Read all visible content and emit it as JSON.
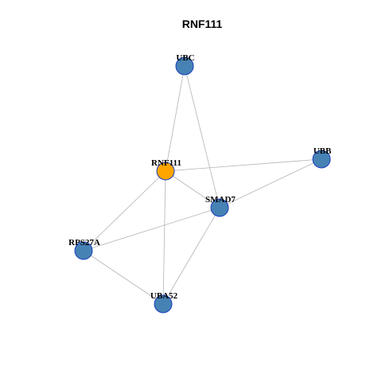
{
  "title": "RNF111",
  "colors": {
    "hub_fill": "#FFA500",
    "node_fill": "#4682B4",
    "node_stroke": "#1C3FBF",
    "edge": "#B3B3B3"
  },
  "nodes": [
    {
      "id": "UBC",
      "label": "UBC",
      "kind": "neighbor"
    },
    {
      "id": "RNF111",
      "label": "RNF111",
      "kind": "hub"
    },
    {
      "id": "UBB",
      "label": "UBB",
      "kind": "neighbor"
    },
    {
      "id": "SMAD7",
      "label": "SMAD7",
      "kind": "neighbor"
    },
    {
      "id": "RPS27A",
      "label": "RPS27A",
      "kind": "neighbor"
    },
    {
      "id": "UBA52",
      "label": "UBA52",
      "kind": "neighbor"
    }
  ],
  "edges": [
    [
      "UBC",
      "RNF111"
    ],
    [
      "UBC",
      "SMAD7"
    ],
    [
      "RNF111",
      "UBB"
    ],
    [
      "RNF111",
      "SMAD7"
    ],
    [
      "RNF111",
      "RPS27A"
    ],
    [
      "RNF111",
      "UBA52"
    ],
    [
      "UBB",
      "SMAD7"
    ],
    [
      "SMAD7",
      "RPS27A"
    ],
    [
      "SMAD7",
      "UBA52"
    ],
    [
      "RPS27A",
      "UBA52"
    ]
  ]
}
